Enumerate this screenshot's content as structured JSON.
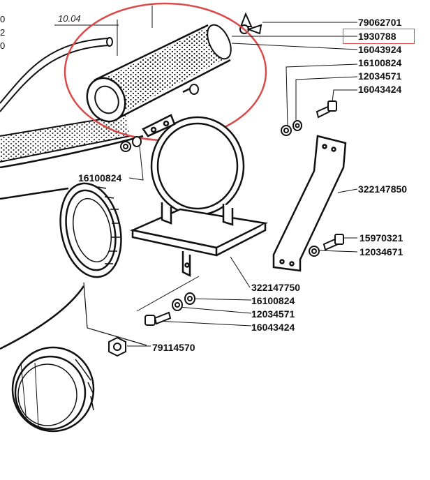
{
  "diagram": {
    "reference": "10.04",
    "cut_off_labels": [
      "0",
      "2",
      "0"
    ],
    "highlighted_part": "1930788",
    "parts": [
      {
        "id": "p-79062701",
        "number": "79062701"
      },
      {
        "id": "p-1930788",
        "number": "1930788"
      },
      {
        "id": "p-16043924",
        "number": "16043924"
      },
      {
        "id": "p-16100824-a",
        "number": "16100824"
      },
      {
        "id": "p-12034571-a",
        "number": "12034571"
      },
      {
        "id": "p-16043424-a",
        "number": "16043424"
      },
      {
        "id": "p-322147850",
        "number": "322147850"
      },
      {
        "id": "p-15970321",
        "number": "15970321"
      },
      {
        "id": "p-12034671",
        "number": "12034671"
      },
      {
        "id": "p-16100824-b",
        "number": "16100824"
      },
      {
        "id": "p-322147750",
        "number": "322147750"
      },
      {
        "id": "p-16100824-c",
        "number": "16100824"
      },
      {
        "id": "p-12034571-b",
        "number": "12034571"
      },
      {
        "id": "p-16043424-b",
        "number": "16043424"
      },
      {
        "id": "p-79114570",
        "number": "79114570"
      }
    ],
    "colors": {
      "ink": "#111111",
      "highlight": "#d94b4b",
      "background": "#ffffff"
    }
  }
}
